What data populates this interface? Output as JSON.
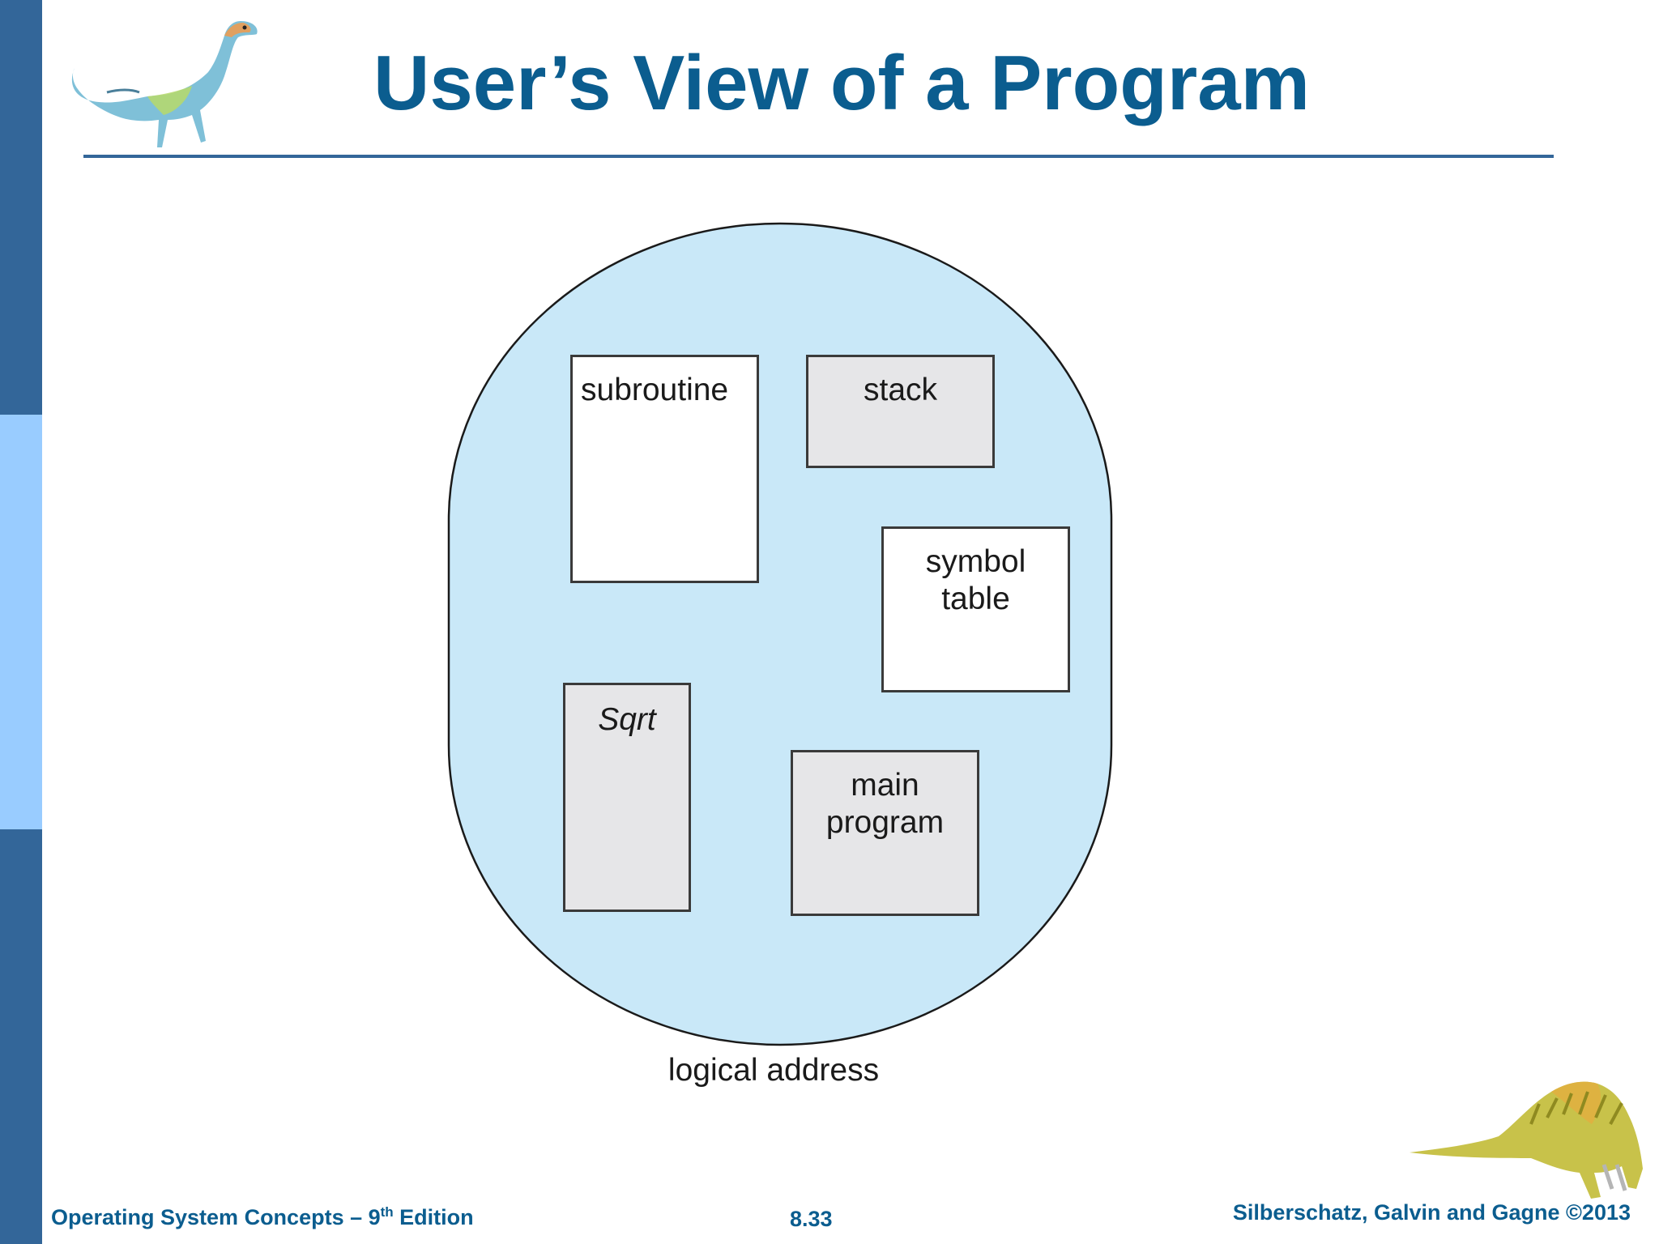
{
  "slide": {
    "title": "User’s View of a Program"
  },
  "diagram": {
    "segments": {
      "subroutine": "subroutine",
      "stack": "stack",
      "symbol_table_line1": "symbol",
      "symbol_table_line2": "table",
      "sqrt": "Sqrt",
      "main_program_line1": "main",
      "main_program_line2": "program"
    },
    "caption": "logical address",
    "colors": {
      "space_fill": "#c9e8f8",
      "white_box": "#ffffff",
      "grey_box": "#e6e6e8"
    }
  },
  "footer": {
    "book_prefix": "Operating System Concepts – 9",
    "book_sup": "th",
    "book_suffix": " Edition",
    "page": "8.33",
    "copyright": "Silberschatz, Galvin and Gagne ©2013"
  },
  "theme": {
    "accent": "#0b5d8f",
    "sidebar_dark": "#336699",
    "sidebar_light": "#99ccff"
  }
}
